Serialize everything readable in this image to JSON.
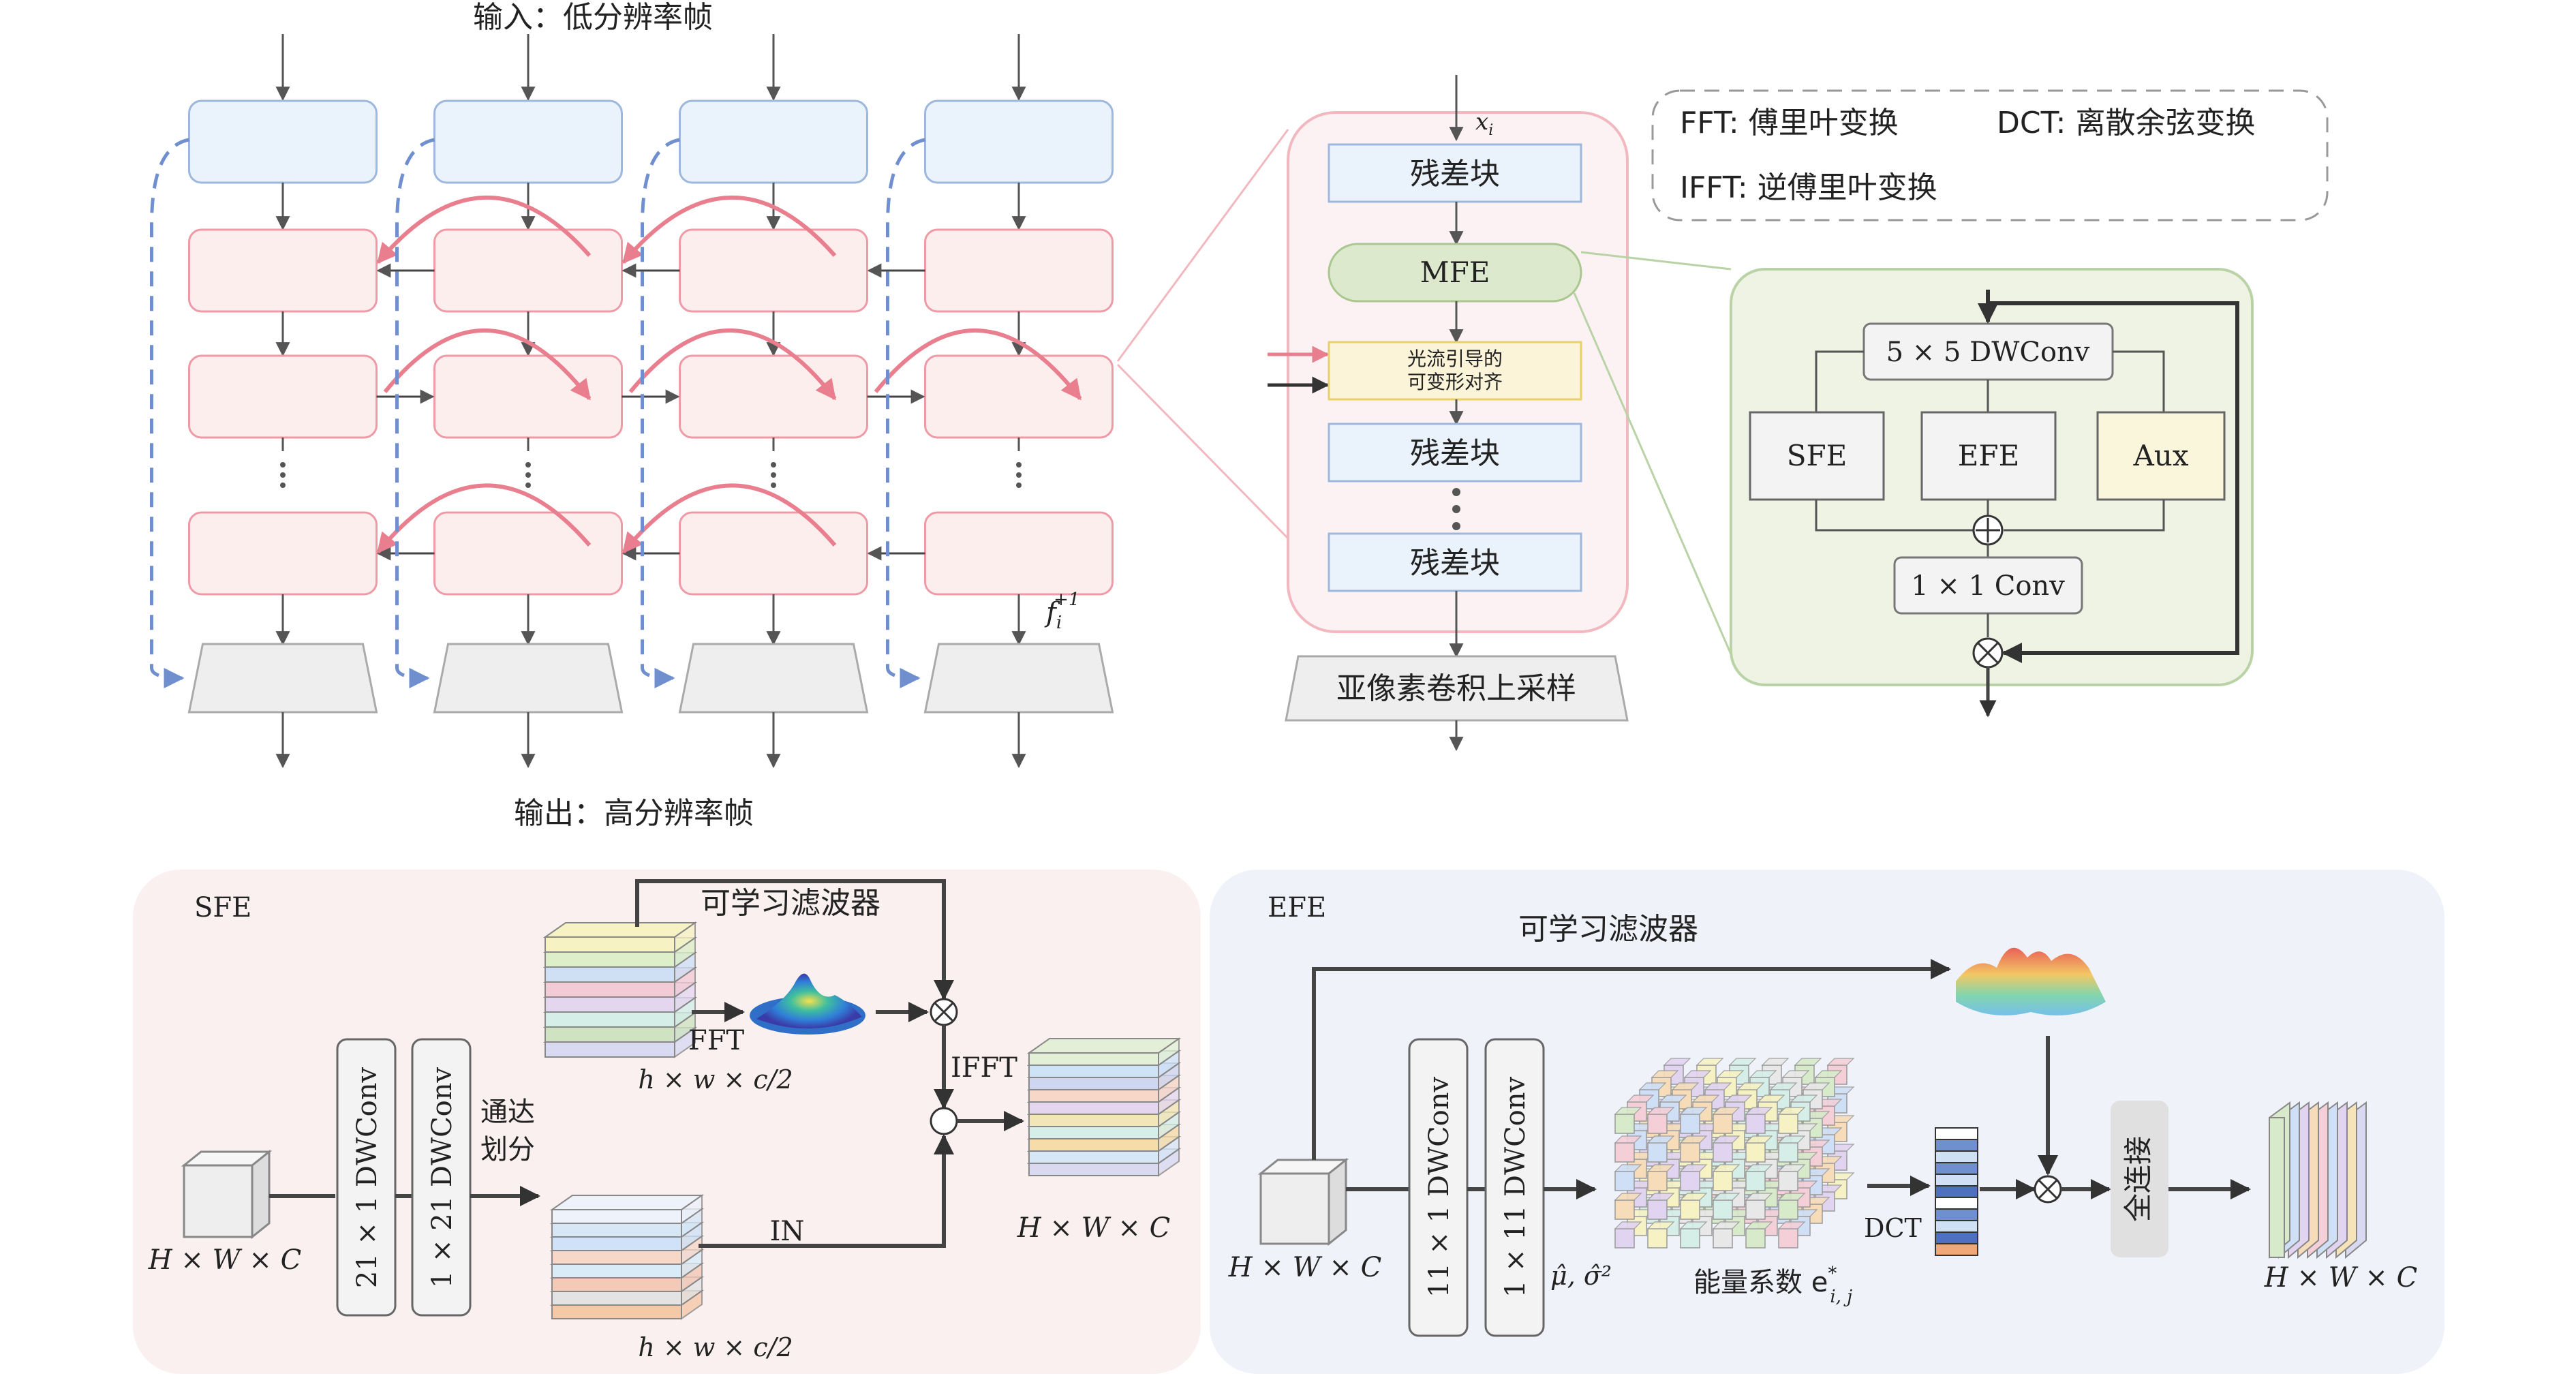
{
  "video_sr": {
    "input_label": "输入：低分辨率帧",
    "output_label": "输出：高分辨率帧",
    "feature_label": "f",
    "feature_sub": "i",
    "feature_sup": "+1"
  },
  "block_detail": {
    "input_var": "x",
    "input_sub": "i",
    "residual_block": "残差块",
    "mfe": "MFE",
    "flow_align_line1": "光流引导的",
    "flow_align_line2": "可变形对齐",
    "upsample": "亚像素卷积上采样"
  },
  "legend": {
    "fft": "FFT: 傅里叶变换",
    "dct": "DCT: 离散余弦变换",
    "ifft": "IFFT: 逆傅里叶变换"
  },
  "mfe_detail": {
    "dwconv5": "5 × 5 DWConv",
    "sfe": "SFE",
    "efe": "EFE",
    "aux": "Aux",
    "conv1": "1 × 1 Conv"
  },
  "sfe_panel": {
    "title": "SFE",
    "filter_label": "可学习滤波器",
    "fft": "FFT",
    "ifft": "IFFT",
    "in": "IN",
    "split_line1": "通达",
    "split_line2": "划分",
    "conv_a": "21 × 1 DWConv",
    "conv_b": "1 × 21 DWConv",
    "dim_in": "H × W × C",
    "dim_half_top": "h × w × c/2",
    "dim_half_bottom": "h × w × c/2",
    "dim_out": "H × W × C"
  },
  "efe_panel": {
    "title": "EFE",
    "filter_label": "可学习滤波器",
    "conv_a": "11 × 1 DWConv",
    "conv_b": "1 × 11 DWConv",
    "stats": "μ̂, σ̂²",
    "dct": "DCT",
    "energy": "能量系数 e",
    "energy_sub": "i, j",
    "energy_sup": "*",
    "fc": "全连接",
    "dim_in": "H × W × C",
    "dim_out": "H × W × C"
  },
  "colors": {
    "blue_fill": "#eaf2fb",
    "blue_stroke": "#9db8dc",
    "pink_fill": "#fdeeee",
    "pink_stroke": "#ef9aa6",
    "gray_fill": "#eeeeee",
    "green_panel": "#eef3e4",
    "green_stroke": "#b9d3a6",
    "pink_panel": "#fbf0f0",
    "blue_panel": "#f0f2fa",
    "dashed_blue": "#6f8fcf",
    "arc_pink": "#e87e8e"
  }
}
